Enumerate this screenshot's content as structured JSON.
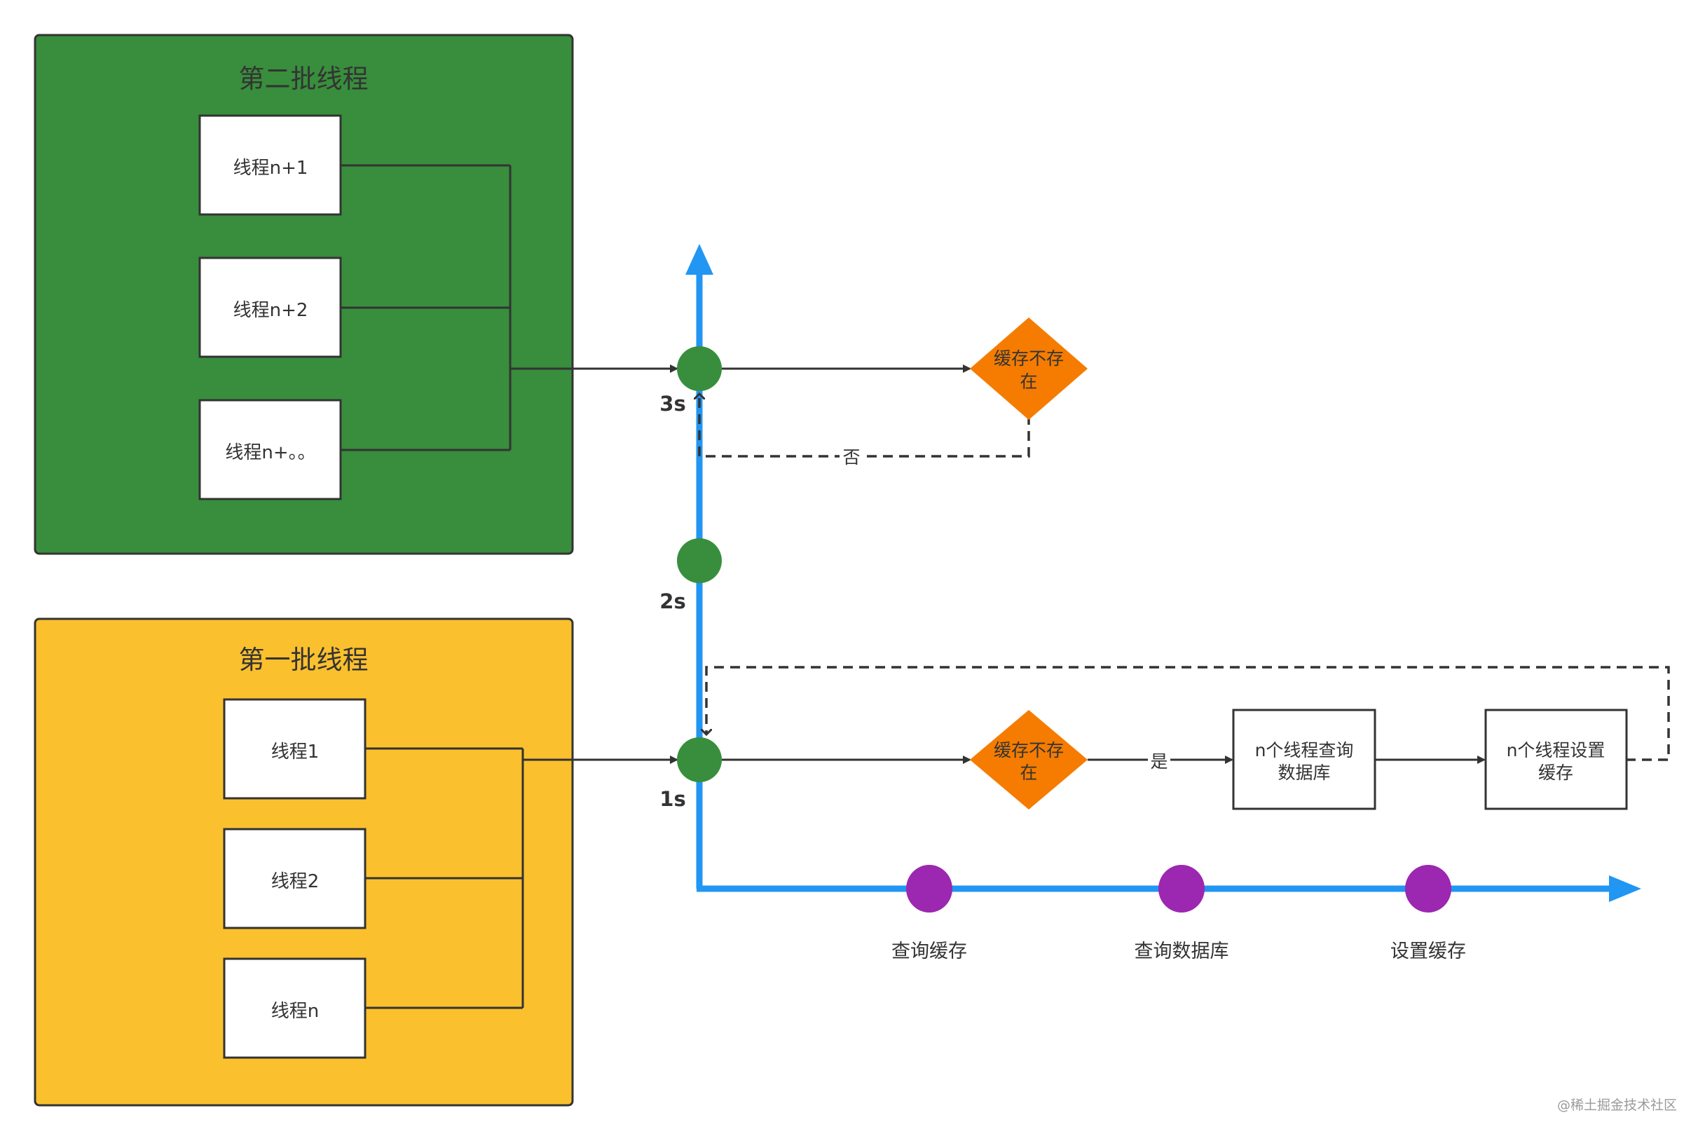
{
  "groups": {
    "second": {
      "title": "第二批线程",
      "fill": "#388e3c",
      "threads": [
        "线程n+1",
        "线程n+2",
        "线程n+。。"
      ]
    },
    "first": {
      "title": "第一批线程",
      "fill": "#fbc02d",
      "threads": [
        "线程1",
        "线程2",
        "线程n"
      ]
    }
  },
  "timeline": {
    "axis_color": "#2196f3",
    "time_dot_color": "#388e3c",
    "stage_dot_color": "#9c27b0",
    "ticks": [
      "3s",
      "2s",
      "1s"
    ],
    "stages": [
      "查询缓存",
      "查询数据库",
      "设置缓存"
    ]
  },
  "flow": {
    "decision_color": "#f57c00",
    "decision_top_lines": [
      "缓存不存",
      "在"
    ],
    "decision_bottom_lines": [
      "缓存不存",
      "在"
    ],
    "no_label": "否",
    "yes_label": "是",
    "query_db_lines": [
      "n个线程查询",
      "数据库"
    ],
    "set_cache_lines": [
      "n个线程设置",
      "缓存"
    ]
  },
  "watermark": "@稀土掘金技术社区"
}
